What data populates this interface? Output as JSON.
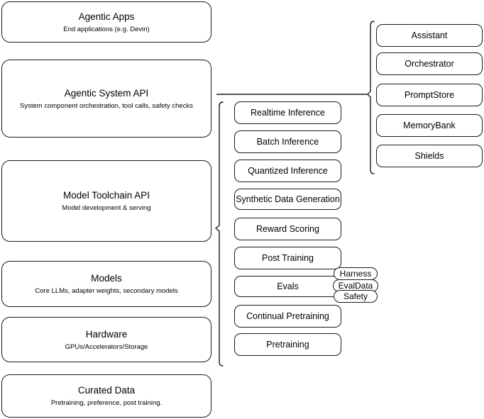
{
  "diagram": {
    "title": "Agentic AI stack layers",
    "stroke_color": "#1a1a1a",
    "background_color": "#ffffff"
  },
  "stack_layers": [
    {
      "title": "Agentic Apps",
      "subtitle": "End applications (e.g. Devin)"
    },
    {
      "title": "Agentic System API",
      "subtitle": "System component orchestration, tool calls, safety checks"
    },
    {
      "title": "Model Toolchain API",
      "subtitle": "Model development & serving"
    },
    {
      "title": "Models",
      "subtitle": "Core LLMs, adapter weights, secondary models"
    },
    {
      "title": "Hardware",
      "subtitle": "GPUs/Accelerators/Storage"
    },
    {
      "title": "Curated Data",
      "subtitle": "Pretraining, preference, post training."
    }
  ],
  "agentic_components": [
    {
      "label": "Assistant"
    },
    {
      "label": "Orchestrator"
    },
    {
      "label": "PromptStore"
    },
    {
      "label": "MemoryBank"
    },
    {
      "label": "Shields"
    }
  ],
  "toolchain_components": [
    {
      "label": "Realtime Inference"
    },
    {
      "label": "Batch Inference"
    },
    {
      "label": "Quantized Inference"
    },
    {
      "label": "Synthetic Data Generation"
    },
    {
      "label": "Reward Scoring"
    },
    {
      "label": "Post Training"
    },
    {
      "label": "Evals"
    },
    {
      "label": "Continual Pretraining"
    },
    {
      "label": "Pretraining"
    }
  ],
  "evals_subcomponents": [
    {
      "label": "Harness"
    },
    {
      "label": "EvalData"
    },
    {
      "label": "Safety"
    }
  ]
}
